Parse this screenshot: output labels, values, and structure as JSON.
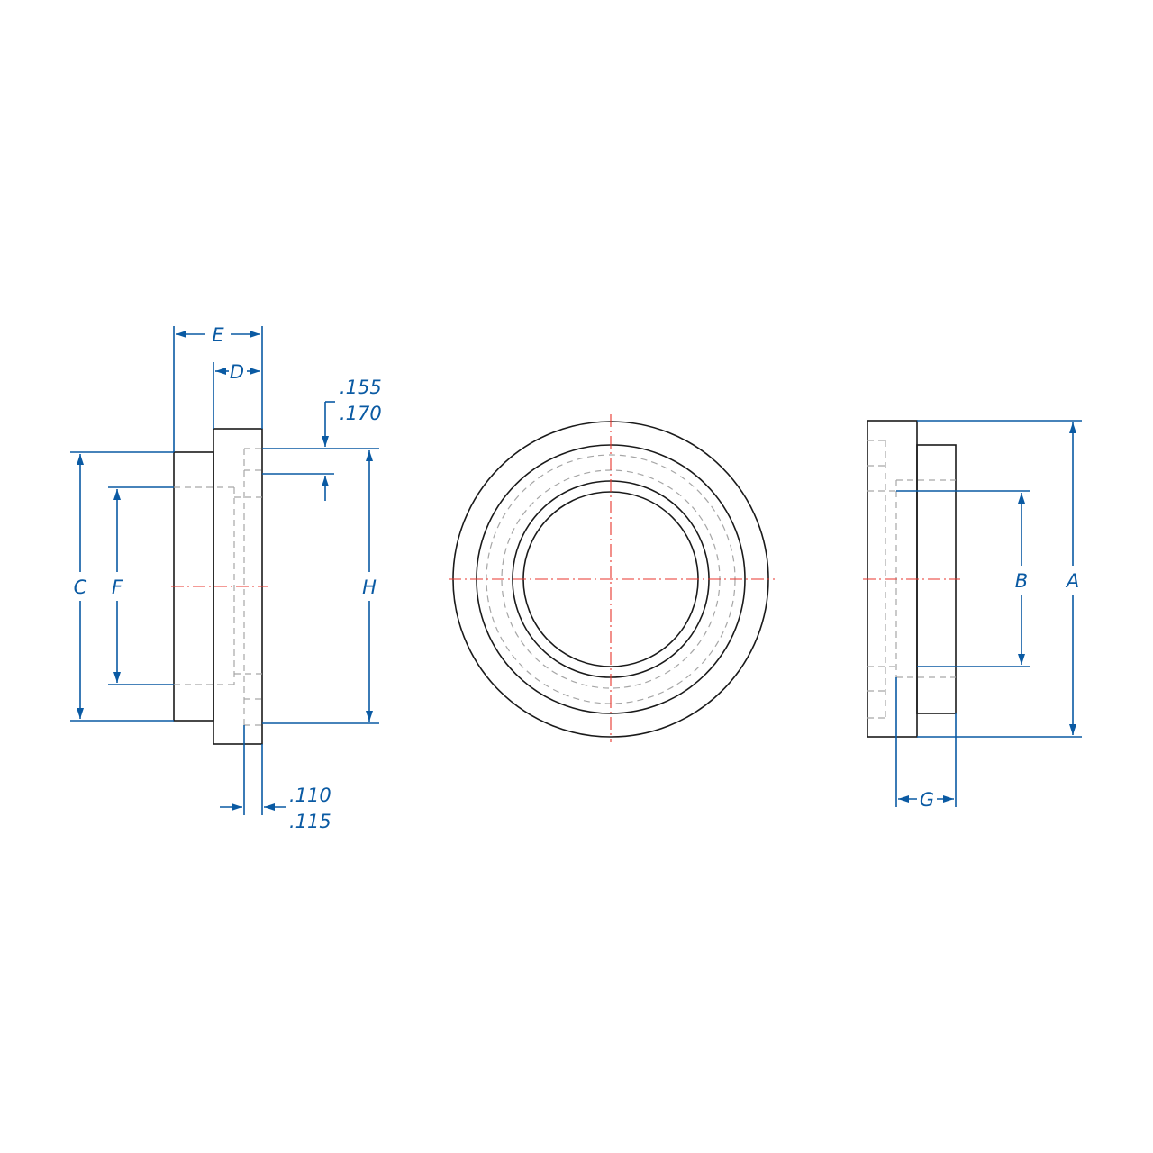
{
  "drawing": {
    "labels": {
      "a": "A",
      "b": "B",
      "c": "C",
      "d": "D",
      "e": "E",
      "f": "F",
      "g": "G",
      "h": "H"
    },
    "tolerances": {
      "top_min": ".155",
      "top_max": ".170",
      "bottom_min": ".110",
      "bottom_max": ".115"
    }
  },
  "colors": {
    "outline": "#1a1a1a",
    "hidden_line": "#a6a6a6",
    "center_line": "#e8342c",
    "dimension": "#0a5aa3"
  }
}
